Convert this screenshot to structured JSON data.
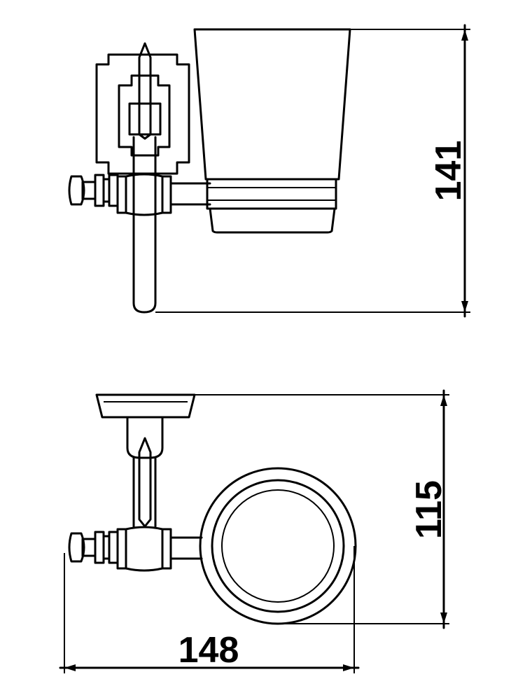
{
  "dimensions": {
    "height_front": "141",
    "depth_top": "115",
    "width_top": "148"
  },
  "colors": {
    "line": "#000000",
    "background": "#ffffff"
  }
}
